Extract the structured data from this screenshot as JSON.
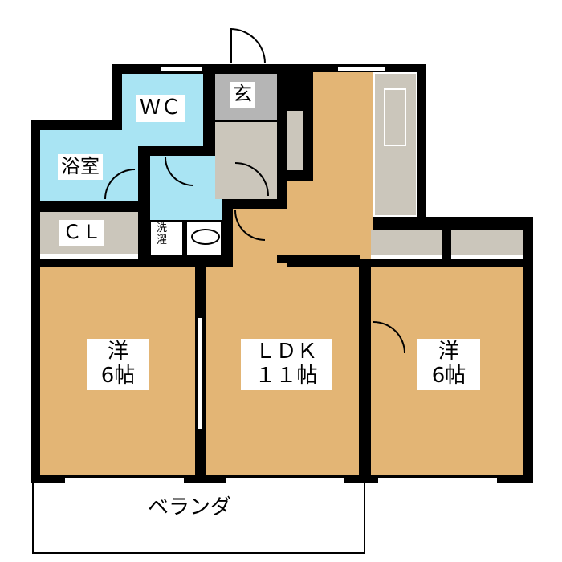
{
  "rooms": {
    "western_left": {
      "name": "洋",
      "size": "6帖"
    },
    "ldk": {
      "name": "ＬＤＫ",
      "size": "１１帖"
    },
    "western_right": {
      "name": "洋",
      "size": "6帖"
    },
    "wc": "ＷＣ",
    "bath": "浴室",
    "closet": "ＣＬ",
    "entrance": "玄",
    "laundry": "洗\n濯",
    "balcony": "ベランダ"
  },
  "colors": {
    "wood": "#e3b575",
    "water": "#a9e4f3",
    "storage": "#cbc6bb",
    "entrance": "#b5b5b5",
    "wall": "#000000"
  }
}
